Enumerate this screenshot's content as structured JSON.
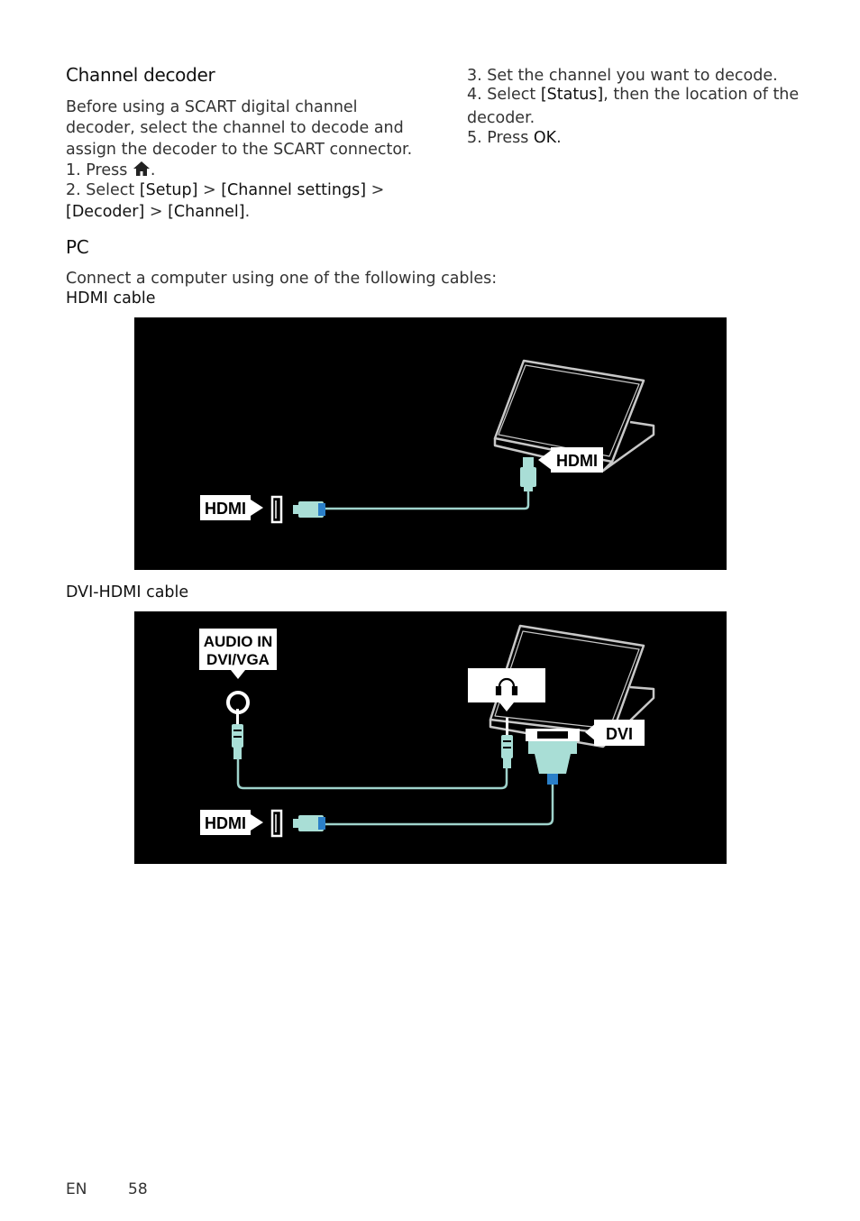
{
  "left": {
    "channel_decoder_heading": "Channel decoder",
    "intro_l1": "Before using a SCART digital channel",
    "intro_l2": "decoder, select the channel to decode and",
    "intro_l3": "assign the decoder to the SCART connector.",
    "step1_prefix": "1. Press ",
    "step1_suffix": ".",
    "step2_prefix": "2. Select ",
    "step2_setup": "[Setup]",
    "sep": " > ",
    "step2_channel_settings": "[Channel settings]",
    "step2_decoder": "[Decoder]",
    "step2_channel": "[Channel]",
    "step2_end": "."
  },
  "right": {
    "step3": "3. Set the channel you want to decode.",
    "step4_prefix": "4. Select ",
    "step4_status": "[Status]",
    "step4_suffix": ", then the location of the",
    "step4_l2": "decoder.",
    "step5_prefix": "5. Press ",
    "step5_ok": "OK",
    "step5_end": "."
  },
  "pc": {
    "heading": "PC",
    "intro": "Connect a computer using one of the following cables:",
    "hdmi_cable_label": "HDMI cable",
    "dvi_hdmi_cable_label": "DVI-HDMI cable"
  },
  "diagram1": {
    "tv_port_label": "HDMI",
    "computer_port_label": "HDMI"
  },
  "diagram2": {
    "audio_label_l1": "AUDIO IN",
    "audio_label_l2": "DVI/VGA",
    "dvi_label": "DVI",
    "tv_port_label": "HDMI"
  },
  "footer": {
    "lang": "EN",
    "page": "58"
  },
  "colors": {
    "cable": "#9fd3cc",
    "plug": "#a9ded6",
    "panel_bg": "#000000",
    "line_art": "#c8c8c8"
  }
}
